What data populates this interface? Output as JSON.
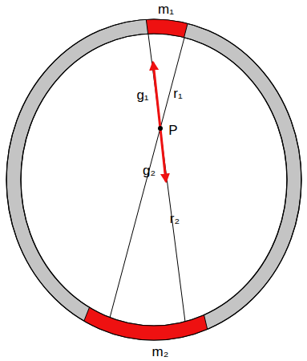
{
  "diagram": {
    "labels": [
      "m₁",
      "g₁",
      "r₁",
      "P",
      "g₂",
      "r₂",
      "m₂"
    ]
  }
}
